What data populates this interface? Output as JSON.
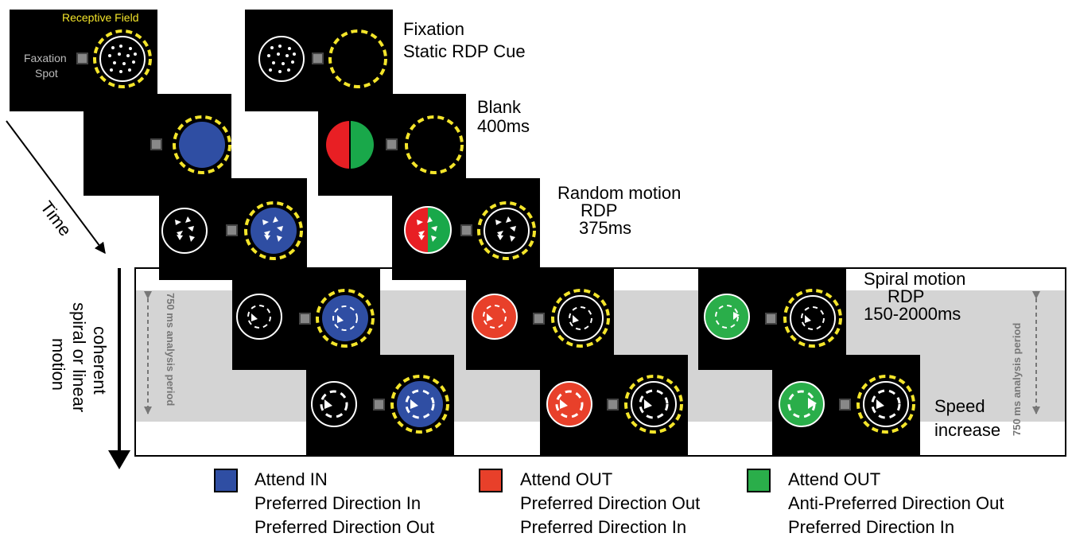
{
  "colors": {
    "attend_in": "#2f4ea3",
    "attend_out_red": "#e8402a",
    "attend_out_green": "#2aae4a",
    "cue_red": "#e81f24",
    "cue_green": "#19a84a",
    "rf_dash": "#f4e52a",
    "panel": "#000000",
    "analysis_band": "#d4d4d4",
    "fix_spot": "#888888"
  },
  "labels": {
    "receptive_field": "Receptive Field",
    "fixation_spot_line1": "Faxation",
    "fixation_spot_line2": "Spot",
    "time": "Time",
    "coherent_line1": "coherent",
    "coherent_line2": "spiral or linear",
    "coherent_line3": "motion",
    "analysis_period": "750 ms analysis period"
  },
  "stages": [
    {
      "lines": [
        "Fixation",
        "Static RDP Cue"
      ]
    },
    {
      "lines": [
        "Blank",
        "400ms"
      ]
    },
    {
      "lines": [
        "Random motion",
        "RDP",
        "375ms"
      ]
    },
    {
      "lines": [
        "Spiral motion",
        "RDP",
        "150-2000ms"
      ]
    },
    {
      "lines": [
        "Speed",
        "increase"
      ]
    }
  ],
  "legend": [
    {
      "color_key": "attend_in",
      "lines": [
        "Attend IN",
        "Preferred Direction In",
        "Preferred Direction Out"
      ]
    },
    {
      "color_key": "attend_out_red",
      "lines": [
        "Attend OUT",
        "Preferred Direction Out",
        "Preferred Direction In"
      ]
    },
    {
      "color_key": "attend_out_green",
      "lines": [
        "Attend OUT",
        "Anti-Preferred Direction Out",
        "Preferred Direction In"
      ]
    }
  ]
}
